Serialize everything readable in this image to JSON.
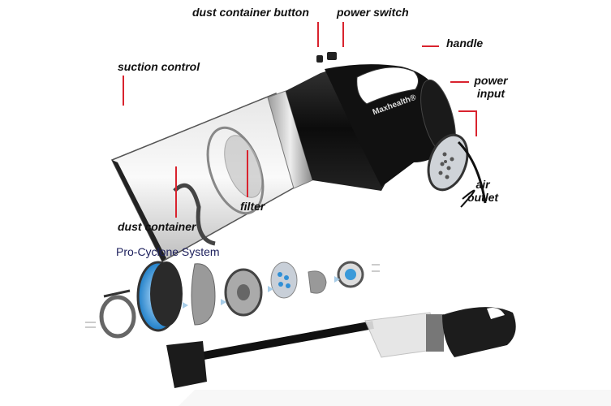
{
  "labels": {
    "dust_container_button": "dust container button",
    "power_switch": "power switch",
    "handle": "handle",
    "suction_control": "suction control",
    "power_input_1": "power",
    "power_input_2": "input",
    "air_outlet_1": "air",
    "air_outlet_2": "outlet",
    "filter": "filter",
    "dust_container": "dust container"
  },
  "brand": "Maxhealth®",
  "section_title": "Pro-Cyclone System",
  "colors": {
    "leader_line": "#d9232e",
    "title": "#1c1f5c",
    "accent_blue": "#3a9ad9"
  }
}
